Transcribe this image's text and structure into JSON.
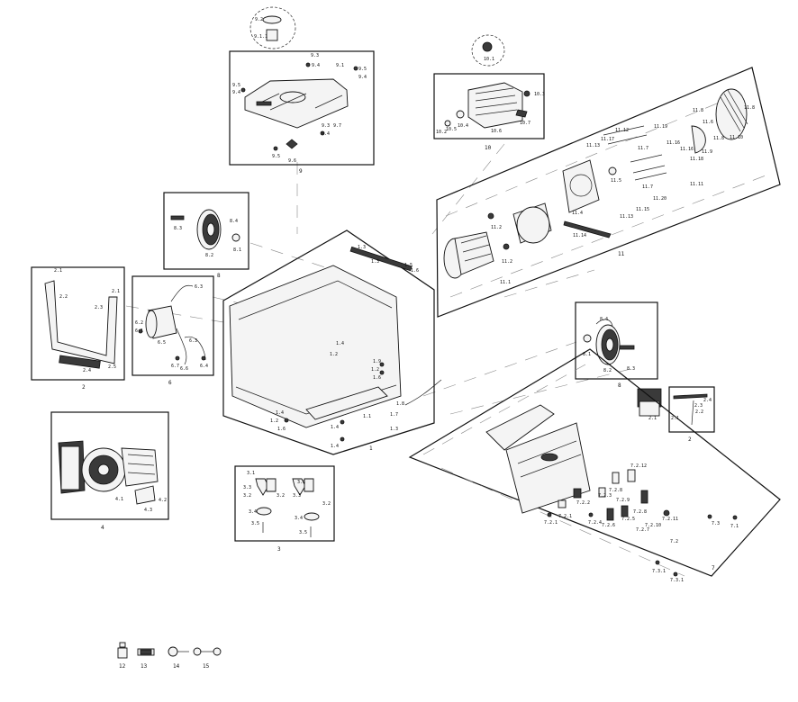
{
  "diagram": {
    "groups": [
      {
        "id": "g1",
        "number": "1",
        "labels": [
          "1.1",
          "1.2",
          "1.2",
          "1.3",
          "1.3",
          "1.4",
          "1.4",
          "1.4",
          "1.5",
          "1.6",
          "1.6",
          "1.7",
          "1.8",
          "1.9"
        ]
      },
      {
        "id": "g2",
        "number": "2",
        "labels": [
          "2.1",
          "2.2",
          "2.3",
          "2.4",
          "2.5"
        ]
      },
      {
        "id": "g3",
        "number": "3",
        "labels": [
          "3.1",
          "3.1",
          "3.2",
          "3.2",
          "3.3",
          "3.3",
          "3.4",
          "3.4",
          "3.5",
          "3.5"
        ]
      },
      {
        "id": "g4",
        "number": "4",
        "labels": [
          "4.1",
          "4.2",
          "4.3"
        ]
      },
      {
        "id": "g6",
        "number": "6",
        "labels": [
          "6.1",
          "6.2",
          "6.3",
          "6.4",
          "6.5",
          "6.6",
          "6.7"
        ]
      },
      {
        "id": "g7",
        "number": "7",
        "labels": [
          "7.1",
          "7.2",
          "7.2.1",
          "7.2.2",
          "7.2.3",
          "7.2.4",
          "7.2.5",
          "7.2.6",
          "7.2.7",
          "7.2.8",
          "7.2.9",
          "7.2.10",
          "7.2.11",
          "7.2.12",
          "7.3",
          "7.3.1"
        ]
      },
      {
        "id": "g8a",
        "number": "8",
        "labels": [
          "8.1",
          "8.2",
          "8.3",
          "8.4"
        ]
      },
      {
        "id": "g8b",
        "number": "8",
        "labels": [
          "8.1",
          "8.2",
          "8.3",
          "8.4"
        ]
      },
      {
        "id": "g9",
        "number": "9",
        "labels": [
          "9.1",
          "9.1.1",
          "9.2",
          "9.3",
          "9.4",
          "9.5",
          "9.6",
          "9.7"
        ]
      },
      {
        "id": "g10",
        "number": "10",
        "labels": [
          "10.1",
          "10.2",
          "10.3",
          "10.4",
          "10.5",
          "10.6",
          "10.7"
        ]
      },
      {
        "id": "g11",
        "number": "11",
        "labels": [
          "11.1",
          "11.2",
          "11.3",
          "11.4",
          "11.5",
          "11.6",
          "11.7",
          "11.8",
          "11.9",
          "11.10",
          "11.11",
          "11.12",
          "11.13",
          "11.14",
          "11.15",
          "11.16",
          "11.17",
          "11.18",
          "11.19",
          "11.20"
        ]
      },
      {
        "id": "g2b",
        "number": "2",
        "labels": [
          "2.1",
          "2.2",
          "2.3",
          "2.4"
        ]
      }
    ],
    "legend": [
      {
        "number": "12",
        "icon": "nut-icon"
      },
      {
        "number": "13",
        "icon": "sleeve-icon"
      },
      {
        "number": "14",
        "icon": "bolt-icon"
      },
      {
        "number": "15",
        "icon": "washer-icon"
      }
    ]
  }
}
